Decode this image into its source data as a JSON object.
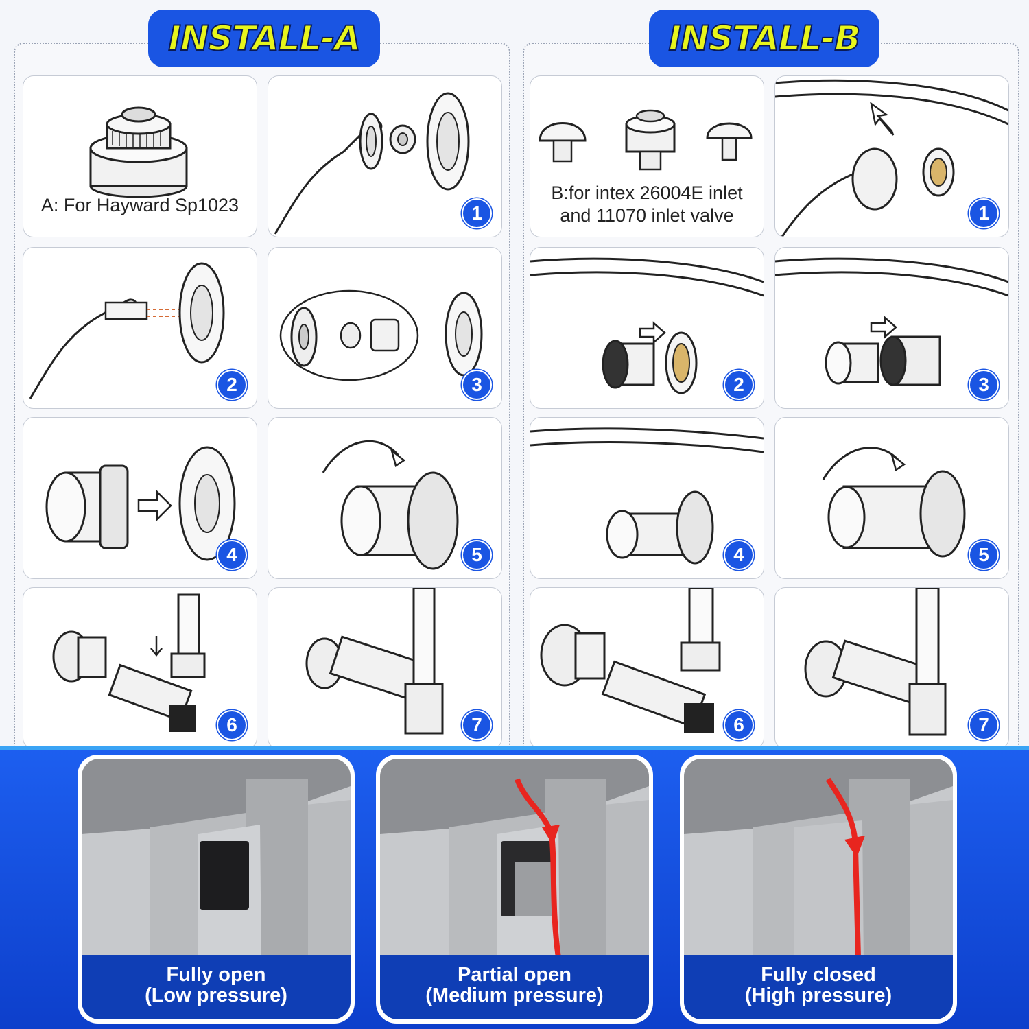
{
  "install_a": {
    "title": "INSTALL-A",
    "intro_caption": "A: For Hayward Sp1023",
    "steps": [
      "1",
      "2",
      "3",
      "4",
      "5",
      "6",
      "7"
    ]
  },
  "install_b": {
    "title": "INSTALL-B",
    "intro_caption_line1": "B:for intex 26004E inlet",
    "intro_caption_line2": "and 11070 inlet valve",
    "steps": [
      "1",
      "2",
      "3",
      "4",
      "5",
      "6",
      "7"
    ]
  },
  "valve_states": [
    {
      "line1": "Fully open",
      "line2": "(Low pressure)"
    },
    {
      "line1": "Partial open",
      "line2": "(Medium pressure)"
    },
    {
      "line1": "Fully closed",
      "line2": "(High pressure)"
    }
  ],
  "colors": {
    "accent_blue": "#1a55e3",
    "title_yellow": "#e7f51c",
    "arrow_red": "#e8251f"
  },
  "icons": [
    "hand-icon",
    "fitting-icon",
    "arrow-icon",
    "rotate-arrow-icon",
    "pipe-icon",
    "valve-icon"
  ]
}
